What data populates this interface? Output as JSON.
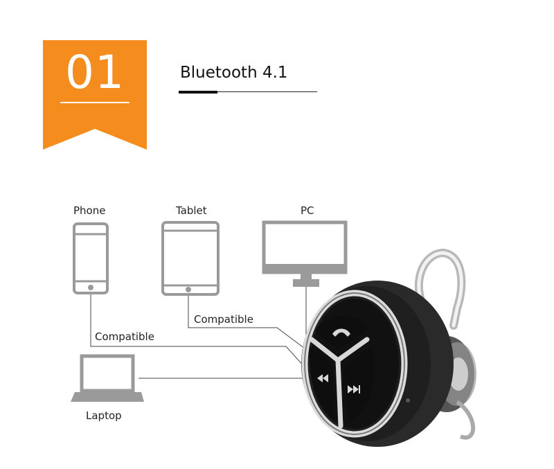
{
  "badge": {
    "number": "01",
    "color": "#f58c1e"
  },
  "title": "Bluetooth 4.1",
  "devices": {
    "phone": "Phone",
    "tablet": "Tablet",
    "pc": "PC",
    "laptop": "Laptop"
  },
  "connections": {
    "phone": "Compatible",
    "tablet": "Compatible"
  },
  "colors": {
    "device_gray": "#9a9a9a",
    "line": "#444444",
    "earpiece_body": "#2a2a2a",
    "earpiece_rim": "#c8c8c8"
  },
  "icons": {
    "call": "phone-handset-icon",
    "previous": "rewind-icon",
    "next": "fast-forward-icon"
  }
}
